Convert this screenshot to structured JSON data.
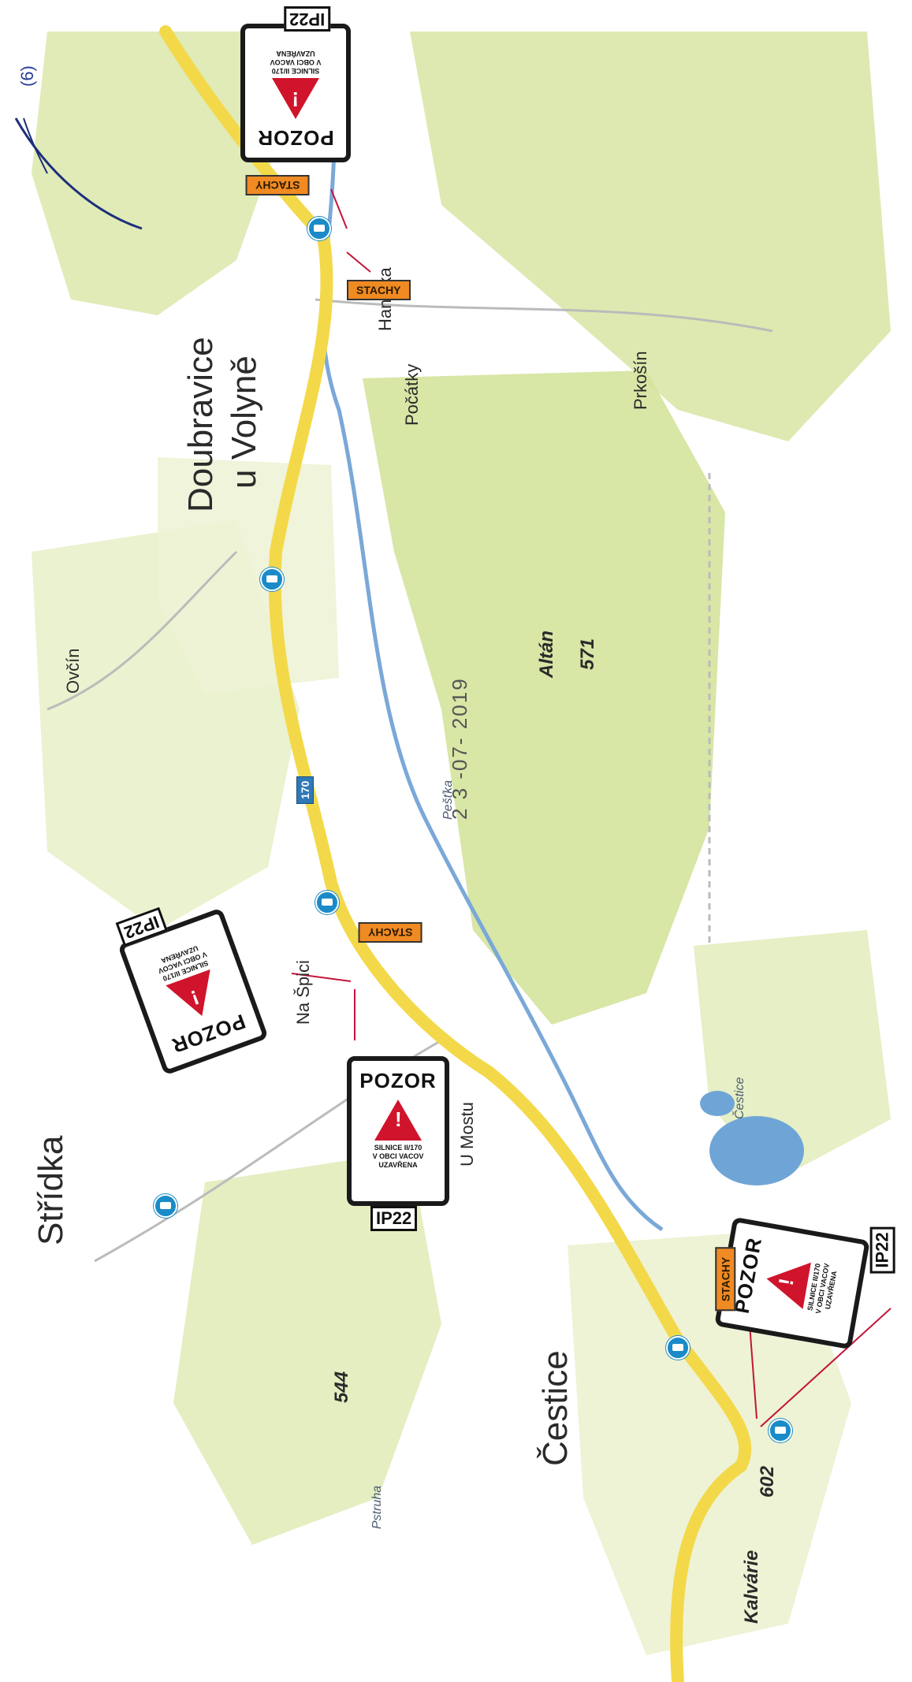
{
  "stamp": "2 3 -07- 2019",
  "places": {
    "doubravice_line1": "Doubravice",
    "doubravice_line2": "u Volyně",
    "stridka": "Střídka",
    "cestice": "Čestice",
    "pocatky": "Počátky",
    "prkosin": "Prkošín",
    "ovcin": "Ovčín",
    "na_spici": "Na Špici",
    "u_mostu": "U Mostu",
    "hamrovka": "Han    vka",
    "kalvarie": "Kalvárie"
  },
  "peaks": {
    "altan_name": "Altán",
    "altan_elev": "571",
    "hill_544": "544",
    "kalvarie_elev": "602"
  },
  "rivers": {
    "volynka": "Pešťka",
    "cestice_pond": "Čestice",
    "lower": "Pstruha"
  },
  "road_number": "170",
  "signs": {
    "title": "POZOR",
    "text_line1": "SILNICE II/170",
    "text_line2": "V OBCI VACOV",
    "text_line3": "UZAVŘENA",
    "code": "IP22"
  },
  "direction_label": "STACHY",
  "colors": {
    "road": "#f3d94a",
    "forest": "#d6e4a4",
    "meadow": "#eef3d6",
    "water": "#6fa5d6",
    "sign_red": "#d0142b",
    "direction_orange": "#f08a22"
  },
  "handwriting": "(6)"
}
